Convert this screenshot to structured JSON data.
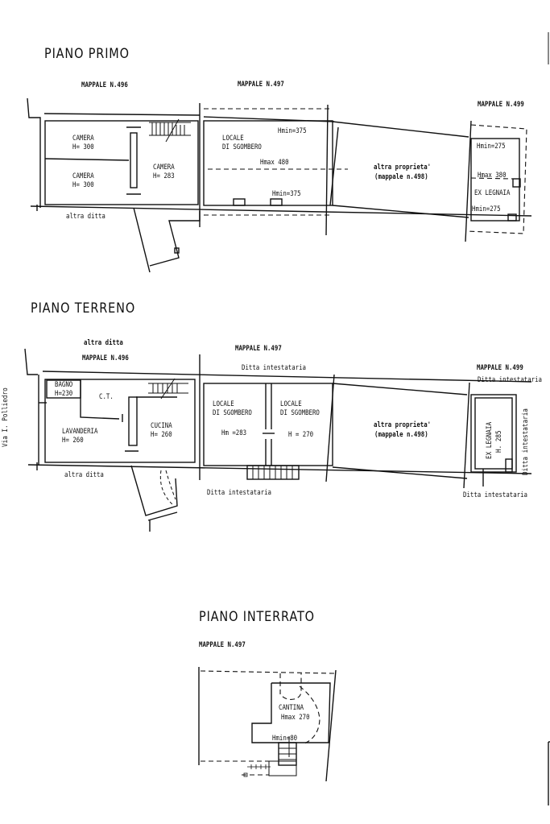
{
  "floors": {
    "primo": {
      "title": "PIANO PRIMO",
      "mappali": [
        "MAPPALE N.496",
        "MAPPALE N.497",
        "MAPPALE N.499"
      ],
      "rooms": [
        {
          "name": "CAMERA",
          "height": "H= 300"
        },
        {
          "name": "CAMERA",
          "height": "H= 300"
        },
        {
          "name": "CAMERA",
          "height": "H= 283"
        },
        {
          "name": "LOCALE",
          "name2": "DI SGOMBERO"
        },
        {
          "name": "EX LEGNAIA"
        }
      ],
      "heights": {
        "locale_hmin_top": "Hmin=375",
        "locale_hmax": "Hmax 480",
        "locale_hmin_bottom": "Hmin=375",
        "legnaia_hmin_top": "Hmin=275",
        "legnaia_hmax": "Hmax 380",
        "legnaia_hmin_bottom": "Hmin=275"
      },
      "notes": {
        "altra_ditta": "altra ditta",
        "altra_proprieta": "altra proprieta'",
        "mappale_498": "(mappale n.498)"
      }
    },
    "terreno": {
      "title": "PIANO TERRENO",
      "mappali": [
        "MAPPALE N.496",
        "MAPPALE N.497",
        "MAPPALE N.499"
      ],
      "street": "Via I. Polliedro",
      "rooms": [
        {
          "name": "BAGNO",
          "height": "H=230"
        },
        {
          "name": "C.T."
        },
        {
          "name": "LAVANDERIA",
          "height": "H= 260"
        },
        {
          "name": "CUCINA",
          "height": "H= 260"
        },
        {
          "name": "LOCALE",
          "name2": "DI SGOMBERO",
          "height": "Hm =283"
        },
        {
          "name": "LOCALE",
          "name2": "DI SGOMBERO",
          "height": "H = 270"
        },
        {
          "name": "EX LEGNAIA",
          "height": "H. 285"
        }
      ],
      "notes": {
        "altra_ditta_top": "altra ditta",
        "altra_ditta_bottom": "altra ditta",
        "ditta_int_top": "Ditta intestataria",
        "ditta_int_bottom": "Ditta intestataria",
        "ditta_int_499_top": "Ditta intestataria",
        "ditta_int_499_side": "Ditta intestataria",
        "ditta_int_499_bottom": "Ditta intestataria",
        "altra_proprieta": "altra proprieta'",
        "mappale_498": "(mappale n.498)"
      }
    },
    "interrato": {
      "title": "PIANO INTERRATO",
      "mappale": "MAPPALE N.497",
      "room": {
        "name": "CANTINA",
        "hmax": "Hmax 270",
        "hmin": "Hmin=80"
      }
    }
  },
  "colors": {
    "ink": "#111111",
    "paper": "#ffffff"
  }
}
